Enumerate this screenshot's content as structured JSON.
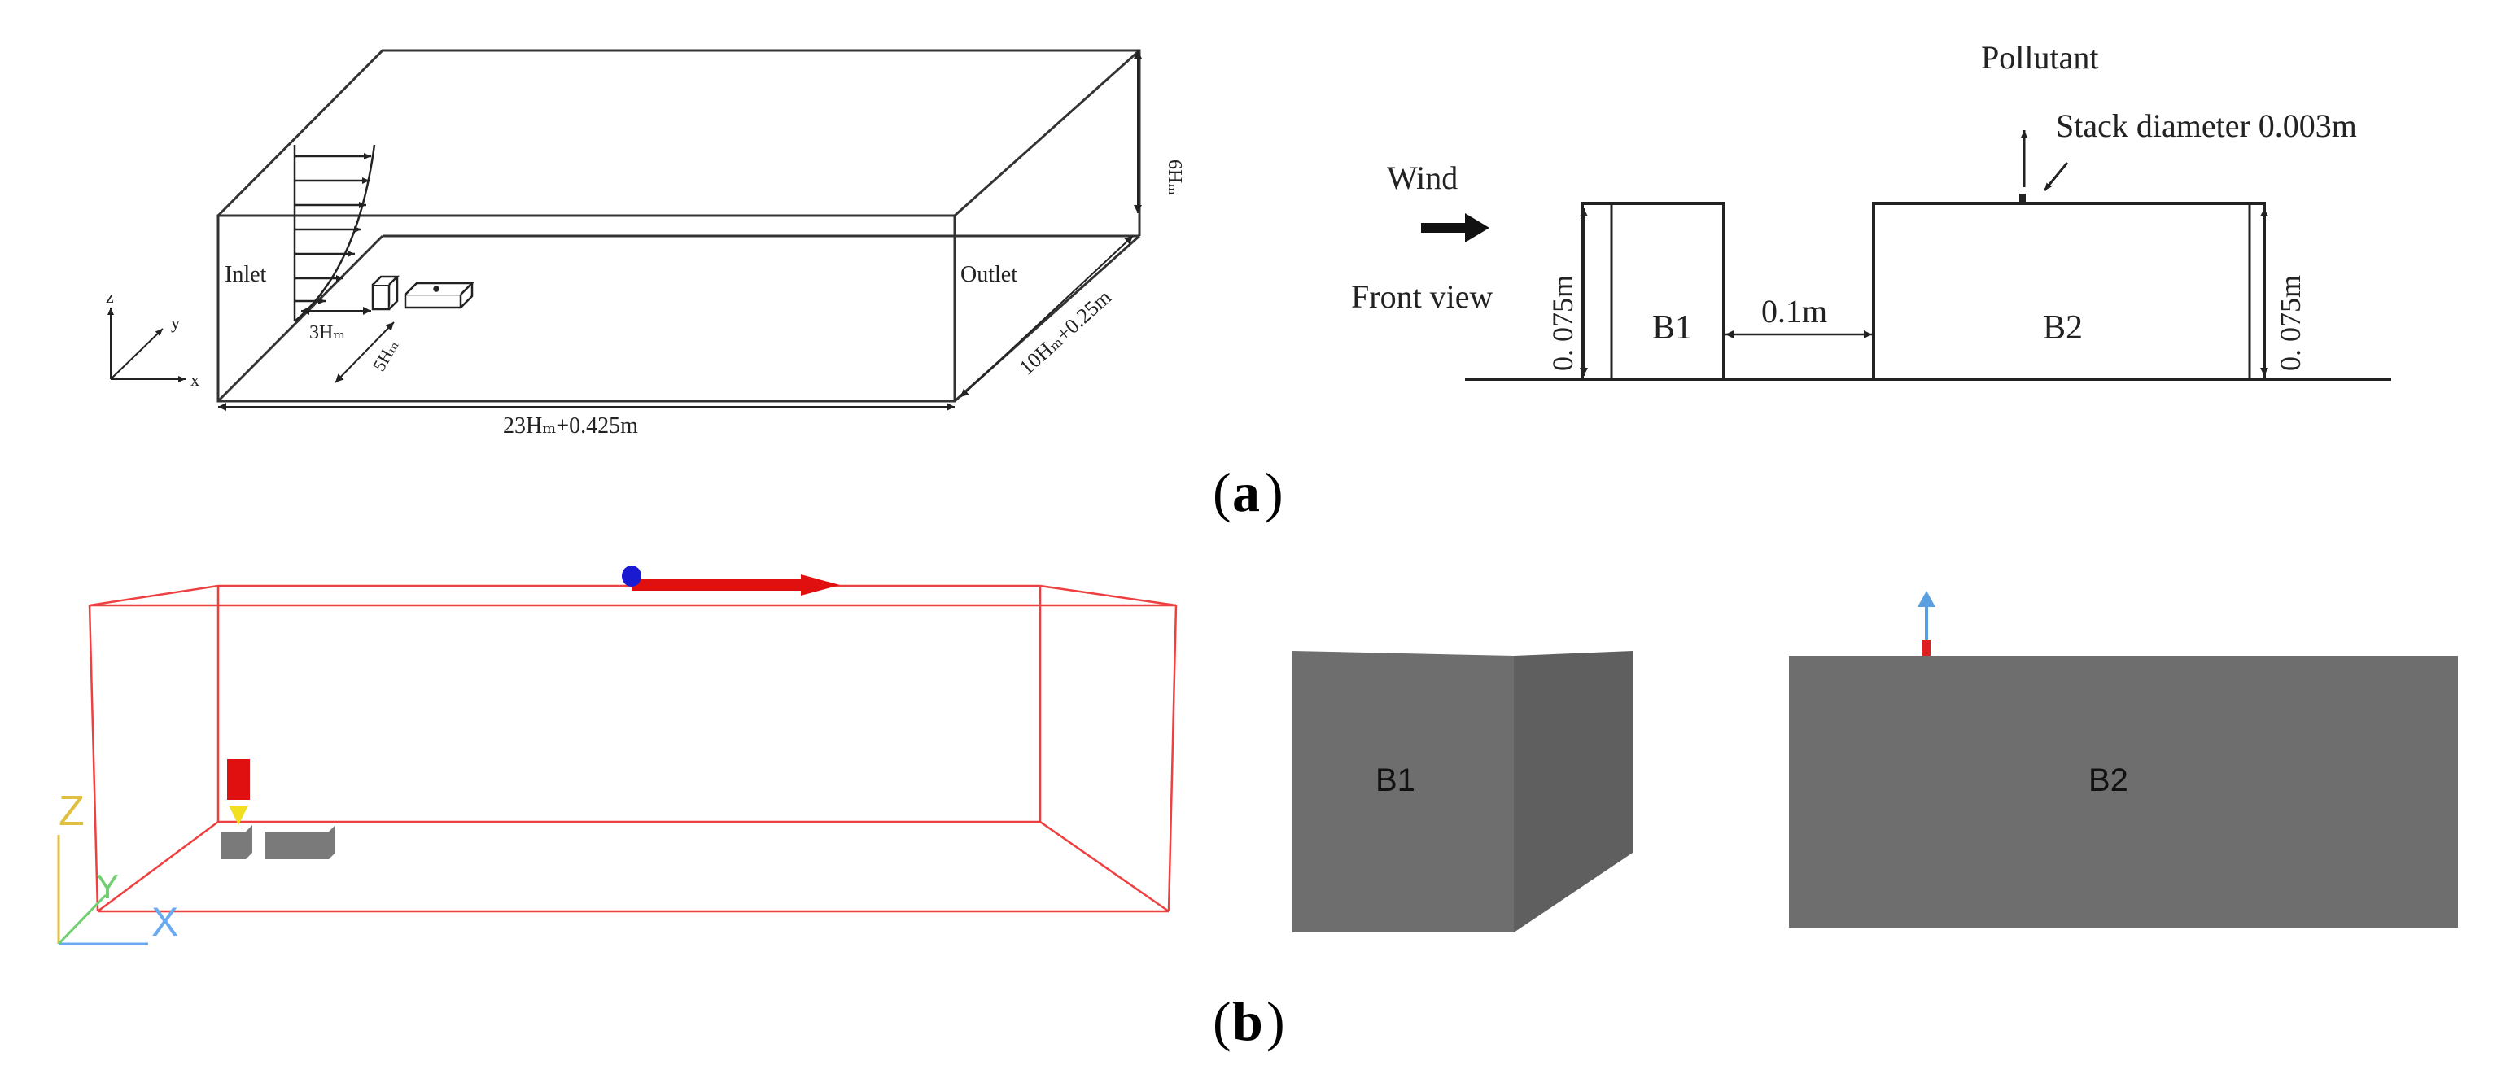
{
  "panel_a": {
    "domain_3d": {
      "inlet": "Inlet",
      "outlet": "Outlet",
      "height": "6Hₘ",
      "spacing_x": "3Hₘ",
      "spacing_y": "5Hₘ",
      "width": "10Hₘ+0.25m",
      "length": "23Hₘ+0.425m",
      "axis_z": "z",
      "axis_y": "y",
      "axis_x": "x"
    },
    "front_view": {
      "pollutant": "Pollutant",
      "stack": "Stack diameter 0.003m",
      "wind": "Wind",
      "front_view": "Front view",
      "b1": "B1",
      "b2": "B2",
      "gap": "0.1m",
      "h_left": "0. 075m",
      "h_right": "0. 075m"
    },
    "caption_label": "a"
  },
  "panel_b": {
    "axis_z": "Z",
    "axis_y": "Y",
    "axis_x": "X",
    "b1": "B1",
    "b2": "B2",
    "caption_label": "b"
  },
  "colors": {
    "domain_edges": "#ee4040",
    "wind_arrow": "#e01010",
    "marker": "#1a1ad0",
    "building_face": "#6e6e6e",
    "building_side": "#5f5f5f",
    "stack_arrow": "#5aa0e0",
    "stack_base": "#e02020"
  }
}
